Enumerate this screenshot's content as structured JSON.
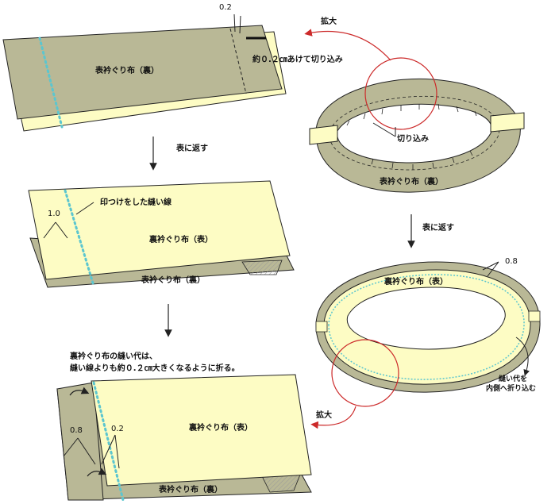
{
  "colors": {
    "back_fabric": "#b9b896",
    "front_fabric": "#fdfcc4",
    "outline": "#222222",
    "stitch": "#5cc6cf",
    "zoom": "#cc2a2a",
    "hatch": "#aaaaaa"
  },
  "step1": {
    "fabric_label": "表衿ぐり布（裏）",
    "measure": "0.2",
    "note": "約０.２㎝あけて切り込み"
  },
  "step2": {
    "front_label": "裏衿ぐり布（表）",
    "back_label": "表衿ぐり布（裏）",
    "measure": "1.0",
    "note": "印つけをした縫い線"
  },
  "step3": {
    "front_label": "裏衿ぐり布（表）",
    "back_label": "表衿ぐり布（裏）",
    "measure_a": "0.8",
    "measure_b": "0.2",
    "note_line1": "裏衿ぐり布の縫い代は、",
    "note_line2": "縫い線よりも約０.２㎝大きくなるように折る。"
  },
  "arrows": {
    "turn_over_1": "表に返す",
    "turn_over_2": "表に返す"
  },
  "ring_top": {
    "label": "表衿ぐり布（裏）",
    "note": "切り込み",
    "zoom": "拡大"
  },
  "ring_bottom": {
    "label": "裏衿ぐり布（表）",
    "measure": "0.8",
    "note_line1": "縫い代を",
    "note_line2": "内側へ折り込む",
    "zoom": "拡大"
  }
}
